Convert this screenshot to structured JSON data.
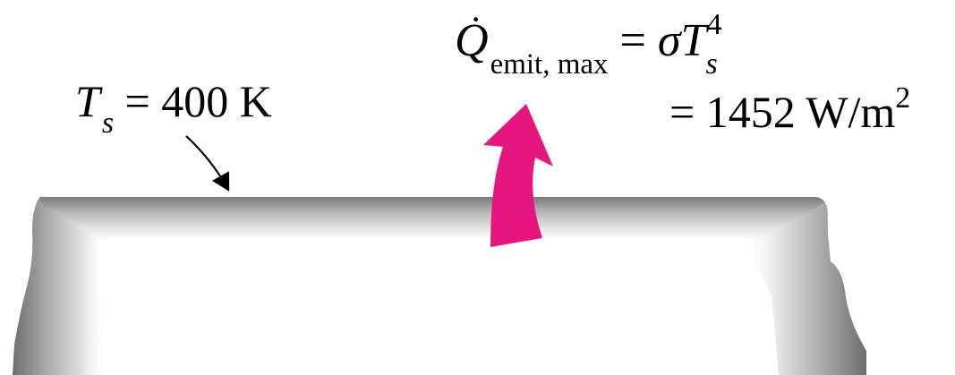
{
  "surface_label": {
    "symbol": "T",
    "subscript": "s",
    "relation": "= 400 K"
  },
  "emission_equation": {
    "flux_symbol": "Q",
    "dot": "·",
    "flux_subscript": "emit, max",
    "equals": "=",
    "sigma": "σ",
    "temp_symbol": "T",
    "temp_exponent": "4",
    "temp_subscript": "s",
    "result_prefix": "= 1452 W/m",
    "result_exponent": "2"
  },
  "colors": {
    "arrow": "#E6157F",
    "surface_edge": "#8c8c8c",
    "surface_fill": "#ffffff"
  }
}
